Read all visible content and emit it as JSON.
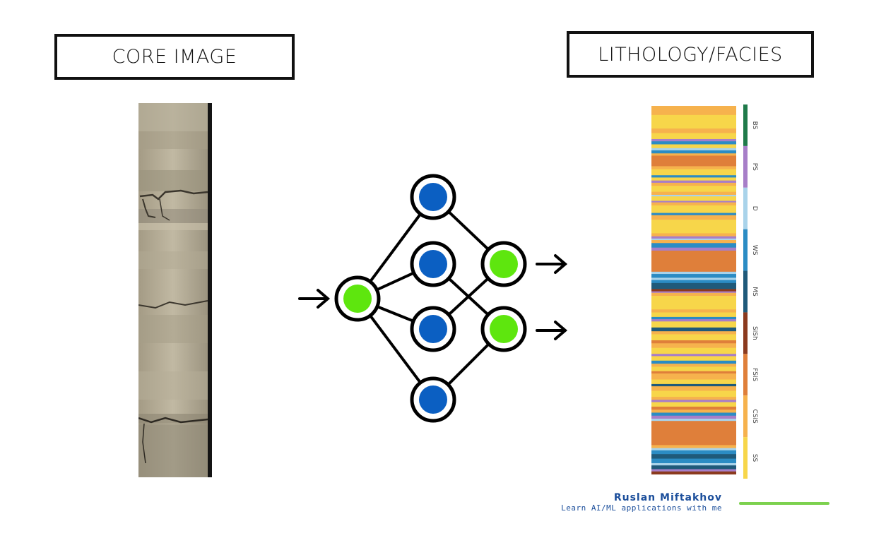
{
  "titles": {
    "left": "CORE IMAGE",
    "right": "LITHOLOGY/FACIES"
  },
  "facies_legend": [
    {
      "code": "BS",
      "color": "#1f7a4a"
    },
    {
      "code": "PS",
      "color": "#a77ec8"
    },
    {
      "code": "D",
      "color": "#a9d3ea"
    },
    {
      "code": "WS",
      "color": "#2b8cc4"
    },
    {
      "code": "MS",
      "color": "#1f5a7a"
    },
    {
      "code": "SiSh",
      "color": "#8b3a1e"
    },
    {
      "code": "FSiS",
      "color": "#df7f3a"
    },
    {
      "code": "CSiS",
      "color": "#f6b24d"
    },
    {
      "code": "SS",
      "color": "#f7d64a"
    }
  ],
  "network": {
    "node_colors": {
      "input": "#5ee60e",
      "hidden": "#0b5fc2",
      "output": "#5ee60e"
    },
    "arrow_icon": "right-arrow-icon"
  },
  "author": {
    "name": "Ruslan Miftakhov",
    "tagline": "Learn AI/ML applications with me",
    "accent_color": "#7cd14e"
  }
}
